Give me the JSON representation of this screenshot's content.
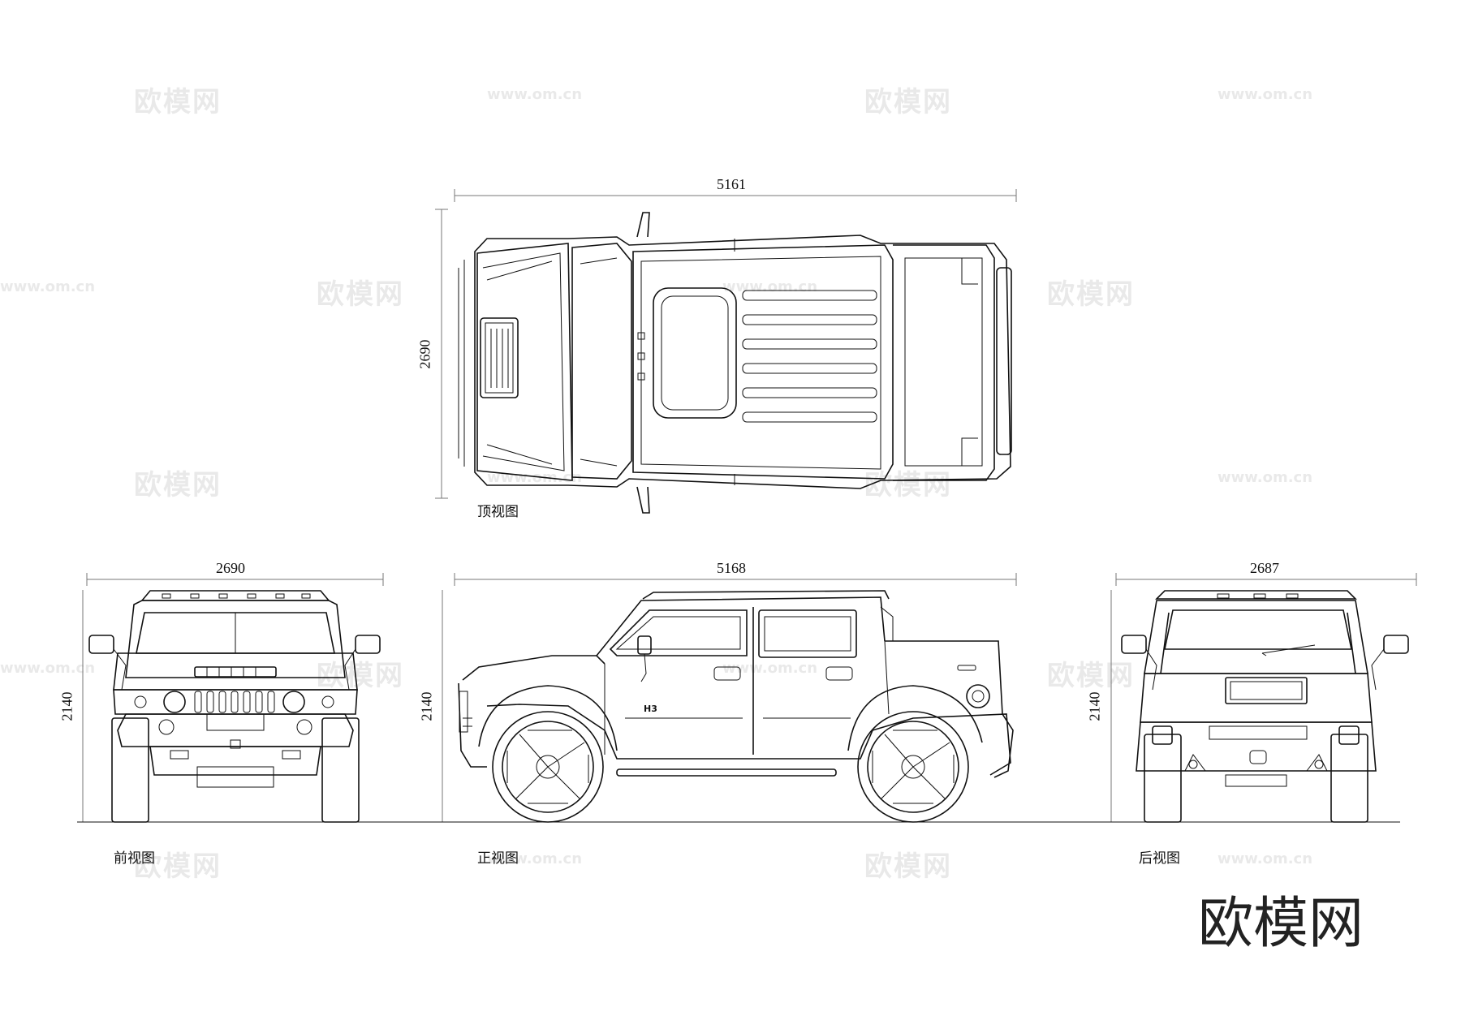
{
  "views": {
    "top": {
      "label": "顶视图",
      "width_dim": "5161",
      "height_dim": "2690"
    },
    "front": {
      "label": "前视图",
      "width_dim": "2690",
      "height_dim": "2140"
    },
    "side": {
      "label": "正视图",
      "width_dim": "5168",
      "height_dim": "2140"
    },
    "rear": {
      "label": "后视图",
      "width_dim": "2687",
      "height_dim": "2140"
    }
  },
  "badge": "H3",
  "watermark": {
    "text": "欧模网",
    "url": "www.om.cn"
  },
  "brand_mark": "欧模网"
}
